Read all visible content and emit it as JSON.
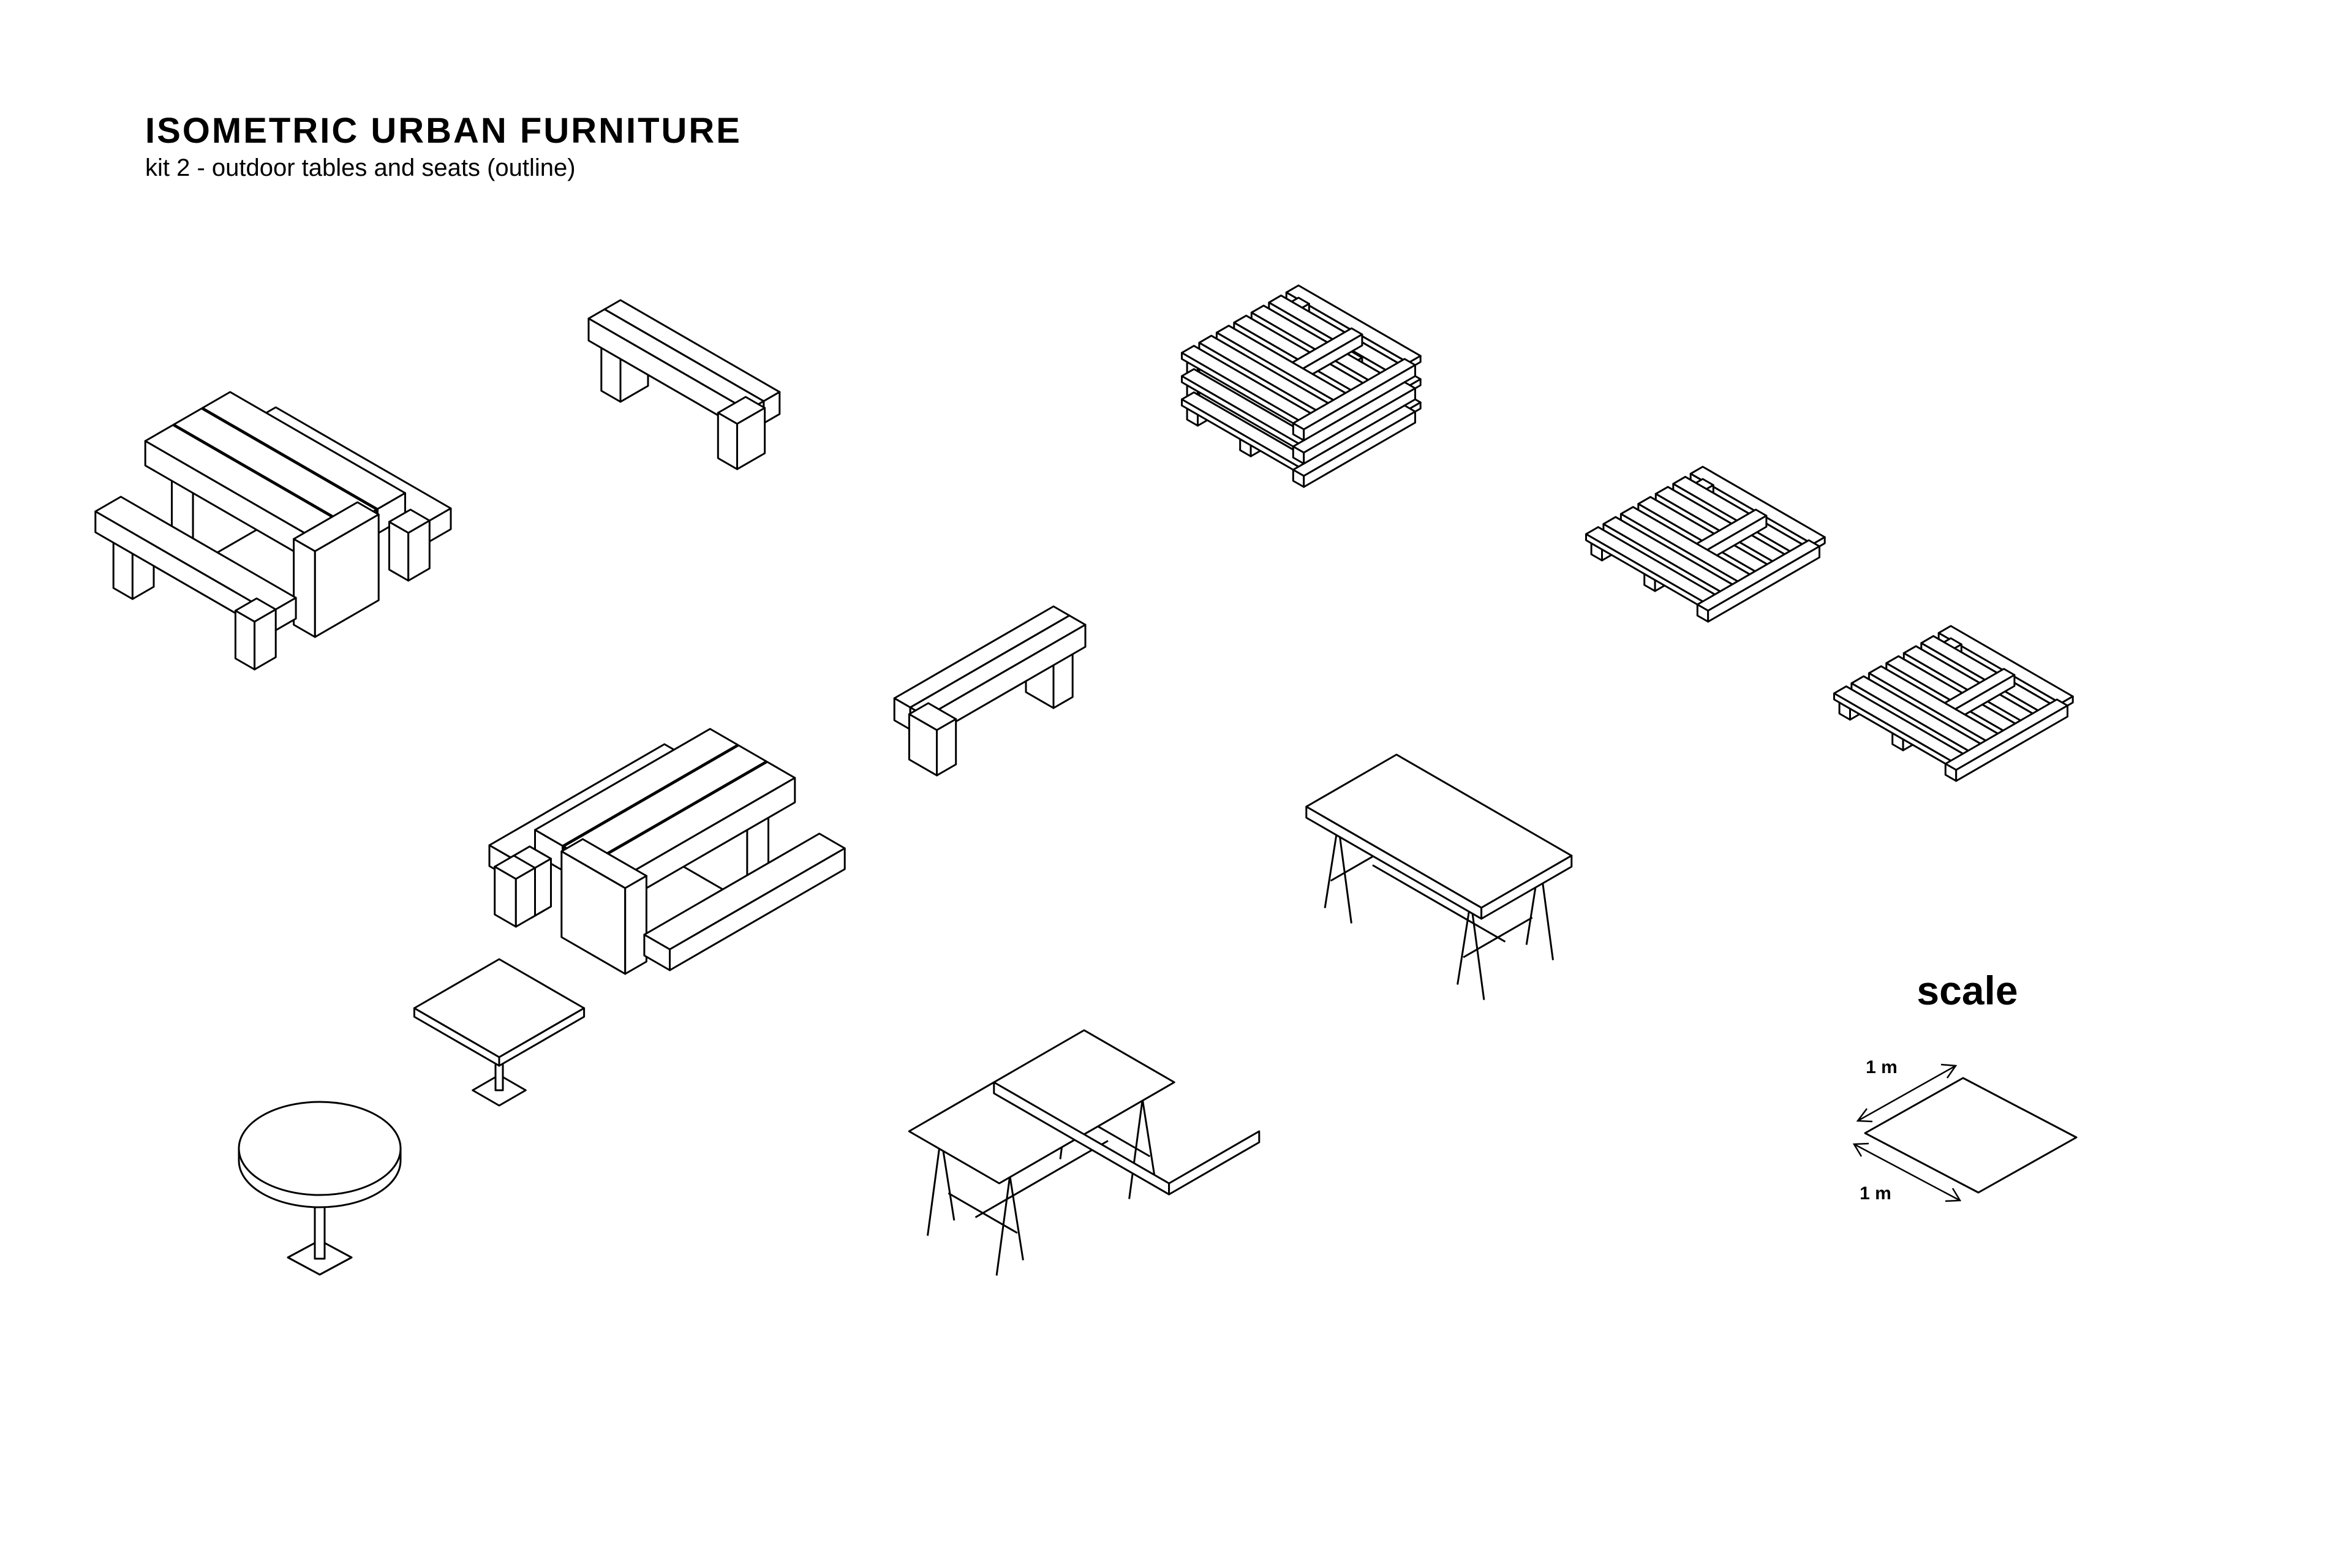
{
  "header": {
    "title": "ISOMETRIC URBAN FURNITURE",
    "subtitle": "kit 2 - outdoor tables and seats (outline)"
  },
  "scale": {
    "heading": "scale",
    "width_label": "1 m",
    "depth_label": "1 m"
  },
  "colors": {
    "line": "#000000",
    "background": "#ffffff"
  }
}
